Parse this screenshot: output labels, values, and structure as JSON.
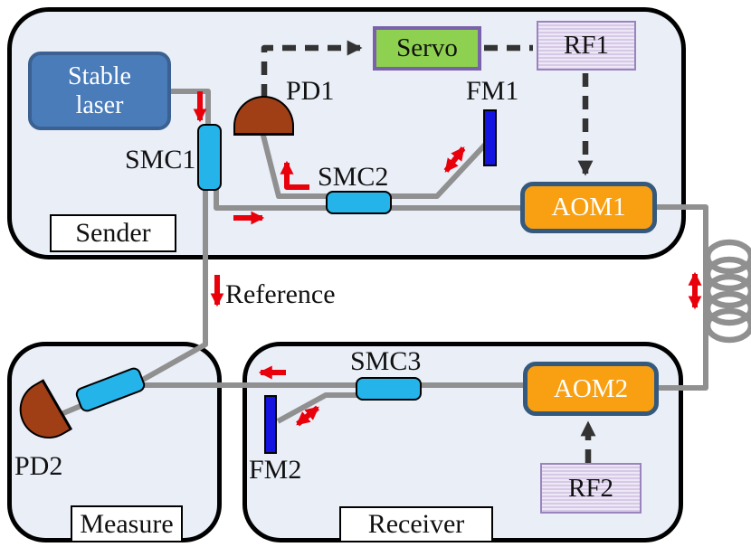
{
  "diagram": {
    "title_hint": "fiber link phase stabilization setup",
    "boxes": {
      "sender": {
        "label": "Sender"
      },
      "measure": {
        "label": "Measure"
      },
      "receiver": {
        "label": "Receiver"
      }
    },
    "components": {
      "stable_laser": "Stable\nlaser",
      "smc1": "SMC1",
      "smc2": "SMC2",
      "smc3": "SMC3",
      "pd1": "PD1",
      "pd2": "PD2",
      "fm1": "FM1",
      "fm2": "FM2",
      "servo": "Servo",
      "rf1": "RF1",
      "rf2": "RF2",
      "aom1": "AOM1",
      "aom2": "AOM2"
    },
    "annotations": {
      "reference": "Reference"
    },
    "colors": {
      "beam_gray": "#909090",
      "control_dash": "#333333",
      "arrow_red": "#e8000b",
      "panel_fill": "#e9eef7",
      "laser_fill": "#4a7cba",
      "smc_cyan": "#25b4ea",
      "pd_brown": "#a03f16",
      "fm_blue": "#1414e0",
      "servo_green": "#8ed04f",
      "servo_border": "#7a62ab",
      "rf_lavender": "#d6c9e7",
      "aom_orange": "#f8a011",
      "aom_border": "#35597d"
    }
  }
}
